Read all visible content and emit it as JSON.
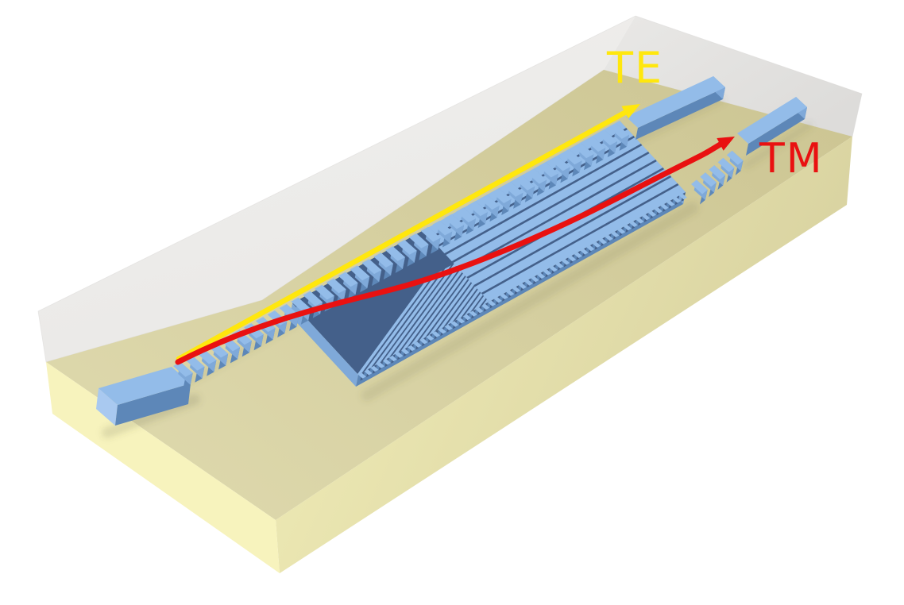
{
  "figure": {
    "title": "polarization-beam-splitter-3d-schematic",
    "labels": {
      "te": "TE",
      "tm": "TM"
    },
    "parts": {
      "wall": "cladding-back-wall",
      "substrate": "substrate-slab",
      "input": "input-waveguide",
      "grating": "subwavelength-grating-coupling-region",
      "te_out": "te-output-waveguide",
      "tm_out": "tm-output-waveguide"
    },
    "colors": {
      "background": "#ffffff",
      "wall": "#e9e8e6",
      "wall_light": "#f1f0ee",
      "wall_dark": "#dddcda",
      "substrate_top_light": "#ded9ad",
      "substrate_top_dark": "#cdc694",
      "substrate_front_light": "#f2eeb8",
      "substrate_front_dark": "#d8d2a0",
      "substrate_left": "#f7f3bd",
      "silicon_top": "#93bce9",
      "silicon_front": "#5d87b8",
      "silicon_side": "#7fa9d9",
      "silicon_end": "#a9c9f0",
      "groove": "#44608a",
      "te_color": "#ffe70d",
      "tm_color": "#e91111"
    }
  }
}
